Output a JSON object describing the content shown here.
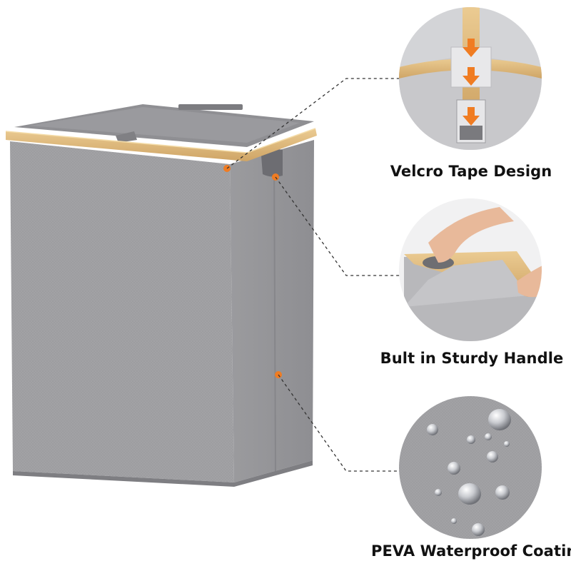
{
  "captions": [
    {
      "text": "Velcro Tape Design"
    },
    {
      "text": "Bult in Sturdy Handle"
    },
    {
      "text": "PEVA Waterproof Coating"
    }
  ],
  "colors": {
    "fabric": "#a3a3a6",
    "fabric_dark": "#8c8c90",
    "bamboo": "#e2bd7f",
    "bamboo_dark": "#c9a064",
    "accent_dot": "#f07c22",
    "leader_line": "#333333"
  },
  "icons": [
    "arrow-down-icon",
    "water-droplet-icon"
  ]
}
